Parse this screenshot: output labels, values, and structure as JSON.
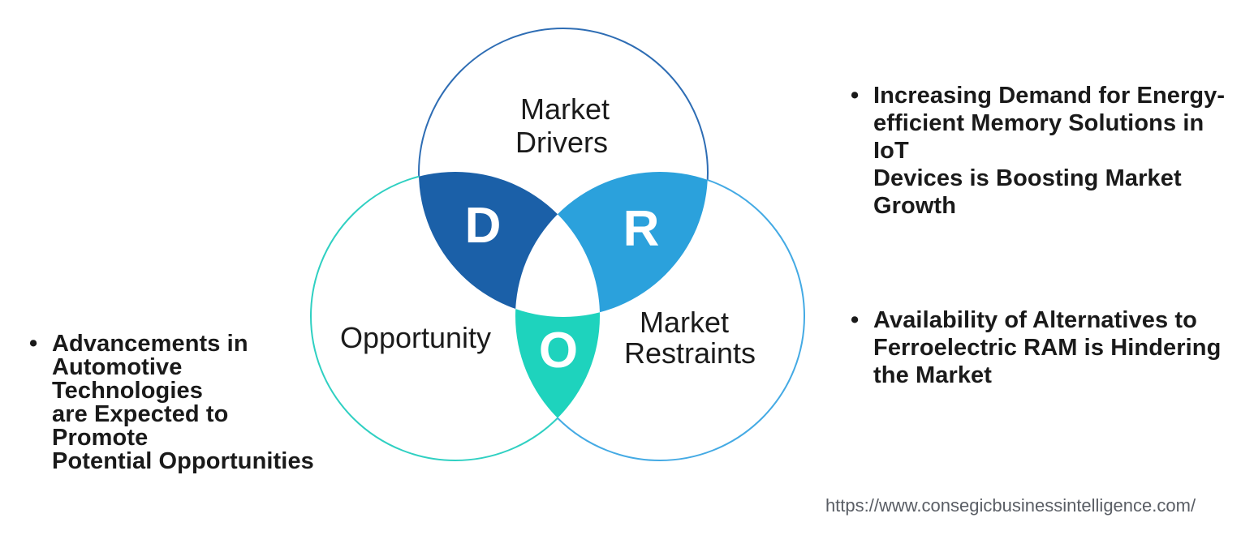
{
  "venn": {
    "circles": [
      {
        "name": "drivers",
        "label_lines": [
          "Market",
          "Drivers"
        ],
        "letter": "D"
      },
      {
        "name": "restraints",
        "label_lines": [
          "Market",
          "Restraints"
        ],
        "letter": "R"
      },
      {
        "name": "opportunity",
        "label_lines": [
          "Opportunity"
        ],
        "letter": "O"
      }
    ],
    "colors": {
      "drivers_outline": "#2e6db4",
      "restraints_outline": "#44aae4",
      "opportunity_outline": "#2fd0c2",
      "drivers_fill": "#1b60a8",
      "restraints_fill": "#2ba1dc",
      "opportunity_fill": "#1ed3bd",
      "letter_color": "#ffffff",
      "label_color": "#1b1b1b"
    }
  },
  "bullets": {
    "marker": "•",
    "left": {
      "text": "Advancements in\nAutomotive Technologies\nare Expected to Promote\nPotential Opportunities"
    },
    "right_top": {
      "text": "Increasing Demand for Energy-\nefficient Memory Solutions in IoT\nDevices is Boosting Market Growth"
    },
    "right_bottom": {
      "text": "Availability of Alternatives to\nFerroelectric RAM is Hindering\nthe Market"
    }
  },
  "footer": {
    "url": "https://www.consegicbusinessintelligence.com/"
  }
}
